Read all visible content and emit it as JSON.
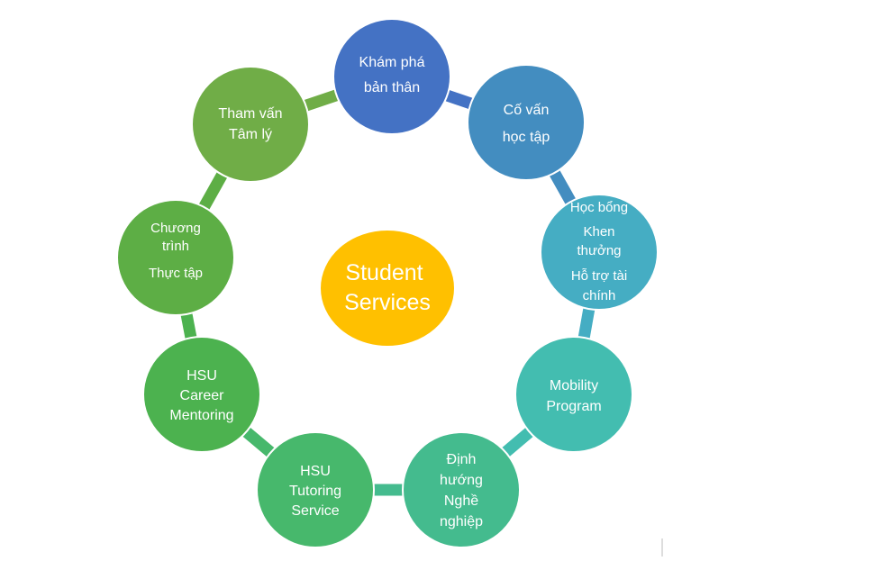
{
  "center": {
    "lines": [
      "Student",
      "Services"
    ],
    "color": "#ffc000"
  },
  "nodes": [
    {
      "lines": [
        "Khám phá",
        "bản thân"
      ],
      "color": "#4472c4"
    },
    {
      "lines": [
        "Cố vấn",
        "học tập"
      ],
      "color": "#438dc0"
    },
    {
      "lines": [
        "Học bổng",
        "Khen",
        "thưởng",
        "Hỗ trợ tài",
        "chính"
      ],
      "color": "#45adc3"
    },
    {
      "lines": [
        "Mobility",
        "Program"
      ],
      "color": "#43bdb0"
    },
    {
      "lines": [
        "Định",
        "hướng",
        "Nghề",
        "nghiệp"
      ],
      "color": "#44bb8e"
    },
    {
      "lines": [
        "HSU",
        "Tutoring",
        "Service"
      ],
      "color": "#47b86c"
    },
    {
      "lines": [
        "HSU",
        "Career",
        "Mentoring"
      ],
      "color": "#4cb24f"
    },
    {
      "lines": [
        "Chương",
        "trình",
        "Thực tập"
      ],
      "color": "#5dae45"
    },
    {
      "lines": [
        "Tham vấn",
        "Tâm lý"
      ],
      "color": "#70ad47"
    }
  ]
}
